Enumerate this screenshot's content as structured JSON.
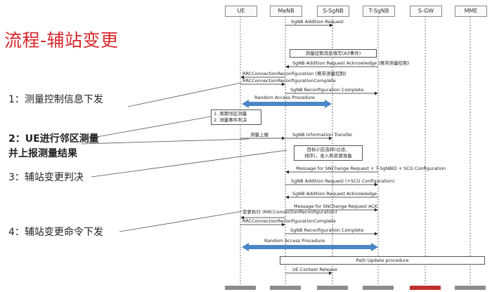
{
  "title": "流程-辅站变更",
  "entities": [
    {
      "label": "UE"
    },
    {
      "label": "MeNB"
    },
    {
      "label": "S-SgNB"
    },
    {
      "label": "T-SgNB"
    },
    {
      "label": "S-GW"
    },
    {
      "label": "MME"
    }
  ],
  "annotations": [
    {
      "text": "1：测量控制信息下发"
    },
    {
      "text": "2：UE进行邻区测量"
    },
    {
      "text": "并上报测量结果"
    },
    {
      "text": "3：辅站变更判决"
    },
    {
      "text": "4：辅站变更命令下发"
    }
  ],
  "boxes": [
    {
      "text": "测量控制消息填写(A3事件)"
    },
    {
      "line1": "1. 周期邻区测量",
      "line2": "2. 测量事件判决"
    },
    {
      "line1": "目标小区选择(过滤、",
      "line2": "排序)，准入和资源准备"
    },
    {
      "text": "Path Update procedure"
    }
  ],
  "messages": [
    {
      "label": "SgNB Addition Request"
    },
    {
      "label": "SgNB Addition Request Acknowledge (携带测量控制)"
    },
    {
      "label": "RRCConnectionReconfiguration (携带测量控制)"
    },
    {
      "label": "RRCConnectionReconfigurationComplete"
    },
    {
      "label": "SgNB Reconfiguration Complete"
    },
    {
      "label": "Random Access Procedure"
    },
    {
      "label": "测量上报"
    },
    {
      "label": "SgNB Information Transfer"
    },
    {
      "label": "Message for SNChange Request + T-SgNBID + SCG Configuration"
    },
    {
      "label": "SgNB Addition Request (+SCG Configuration)"
    },
    {
      "label": "SgNB Addition Request Acknowledge"
    },
    {
      "label": "Message for SNChange Request ACK"
    },
    {
      "label": "变更执行 (RRCConnectionReconfiguration)"
    },
    {
      "label": "RRCConnectionReconfigurationComplete"
    },
    {
      "label": "SgNB Reconfiguration Complete"
    },
    {
      "label": "Random Access Procedure"
    },
    {
      "label": "UE Context Release"
    }
  ],
  "colors": {
    "title": "#d8262a",
    "lifeline": "#7a7a7a",
    "arrow": "#222222",
    "random_access": "#4a86c5",
    "bar": "#8c8c8c",
    "bar_accent": "#c0302e"
  }
}
